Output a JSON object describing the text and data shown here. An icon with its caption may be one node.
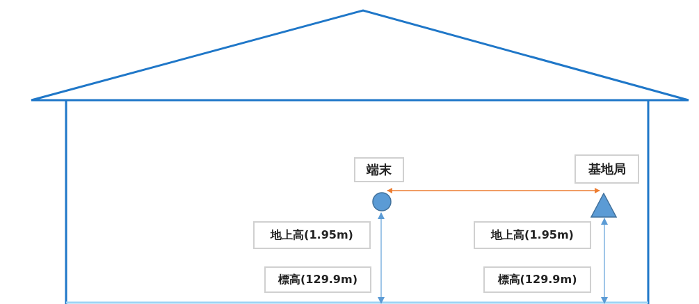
{
  "diagram": {
    "nodes": [
      {
        "text": [
          "端末"
        ]
      },
      {
        "text": [],
        "shape": "circle"
      },
      {
        "text": [
          "基地局"
        ]
      },
      {
        "text": [],
        "shape": "triangle"
      }
    ],
    "edges": [
      {
        "from": 1,
        "to": 3,
        "arrow": "both",
        "color": "#ed7d31"
      }
    ],
    "labels": [
      "地上高(1.95m)",
      "標高(129.9m)",
      "地上高(1.95m)",
      "標高(129.9m)"
    ]
  }
}
